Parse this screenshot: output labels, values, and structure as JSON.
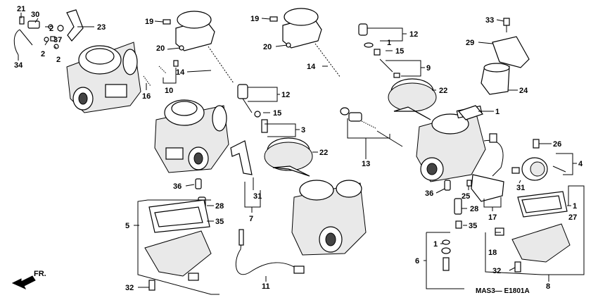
{
  "diagram_code": "MAS3— E1801A",
  "direction_label": "FR.",
  "callouts": {
    "c21": "21",
    "c30": "30",
    "c2a": "2",
    "c2b": "2",
    "c2c": "2",
    "c37": "37",
    "c34": "34",
    "c23": "23",
    "c19a": "19",
    "c20a": "20",
    "c14a": "14",
    "c16": "16",
    "c10": "10",
    "c12a": "12",
    "c15a": "15",
    "c3": "3",
    "c22a": "22",
    "c19b": "19",
    "c20b": "20",
    "c14b": "14",
    "c12b": "12",
    "c1a": "1",
    "c15b": "15",
    "c9": "9",
    "c22b": "22",
    "c13": "13",
    "c1b": "1",
    "c33": "33",
    "c29": "29",
    "c24": "24",
    "c26": "26",
    "c4": "4",
    "c25": "25",
    "c31b": "31",
    "c17": "17",
    "c36a": "36",
    "c28a": "28",
    "c35a": "35",
    "c5": "5",
    "c32a": "32",
    "c31a": "31",
    "c7": "7",
    "c11": "11",
    "c36b": "36",
    "c28b": "28",
    "c35b": "35",
    "c1c": "1",
    "c6": "6",
    "c1d": "1",
    "c27": "27",
    "c18": "18",
    "c32b": "32",
    "c8": "8"
  }
}
